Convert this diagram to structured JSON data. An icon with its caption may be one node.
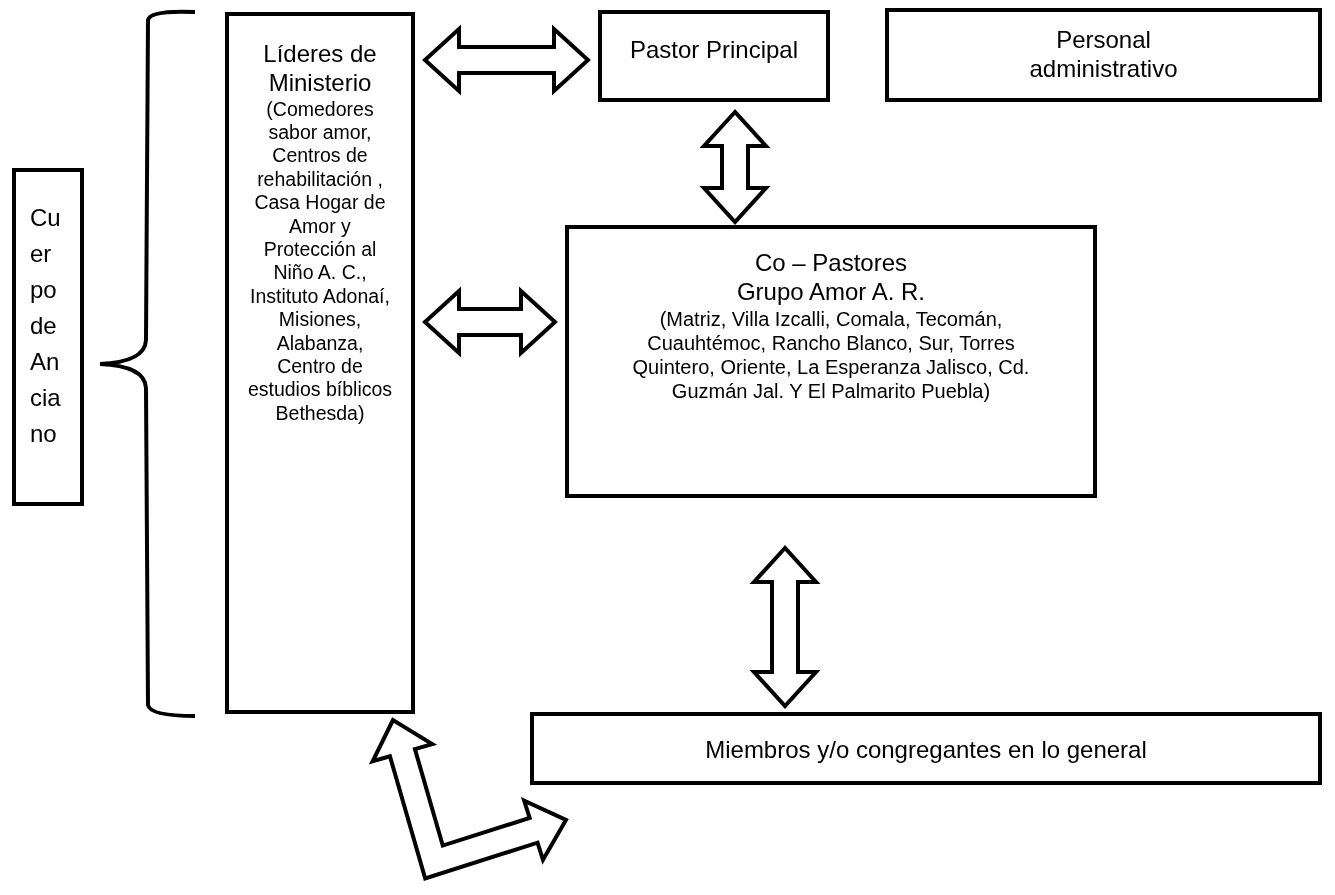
{
  "diagram": {
    "nodes": [
      {
        "text": [
          "Cuerpo de Anciano"
        ]
      },
      {
        "text": [
          "Líderes de Ministerio",
          "(Comedores sabor amor, Centros de rehabilitación , Casa Hogar de Amor y Protección al Niño A. C., Instituto Adonaí, Misiones, Alabanza, Centro de estudios bíblicos Bethesda)"
        ]
      },
      {
        "text": [
          "Pastor Principal"
        ]
      },
      {
        "text": [
          "Personal administrativo"
        ]
      },
      {
        "text": [
          "Co – Pastores",
          "Grupo Amor A. R.",
          "(Matriz, Villa Izcalli, Comala, Tecomán, Cuauhtémoc, Rancho Blanco, Sur, Torres Quintero, Oriente, La Esperanza Jalisco, Cd. Guzmán Jal. Y El Palmarito Puebla)"
        ]
      },
      {
        "text": [
          "Miembros y/o congregantes en lo general"
        ]
      }
    ],
    "edges": [
      {
        "from": 1,
        "to": 2,
        "arrow": "both"
      },
      {
        "from": 1,
        "to": 4,
        "arrow": "both"
      },
      {
        "from": 2,
        "to": 4,
        "arrow": "both"
      },
      {
        "from": 4,
        "to": 5,
        "arrow": "both"
      },
      {
        "from": 1,
        "to": 5,
        "arrow": "both"
      }
    ]
  }
}
